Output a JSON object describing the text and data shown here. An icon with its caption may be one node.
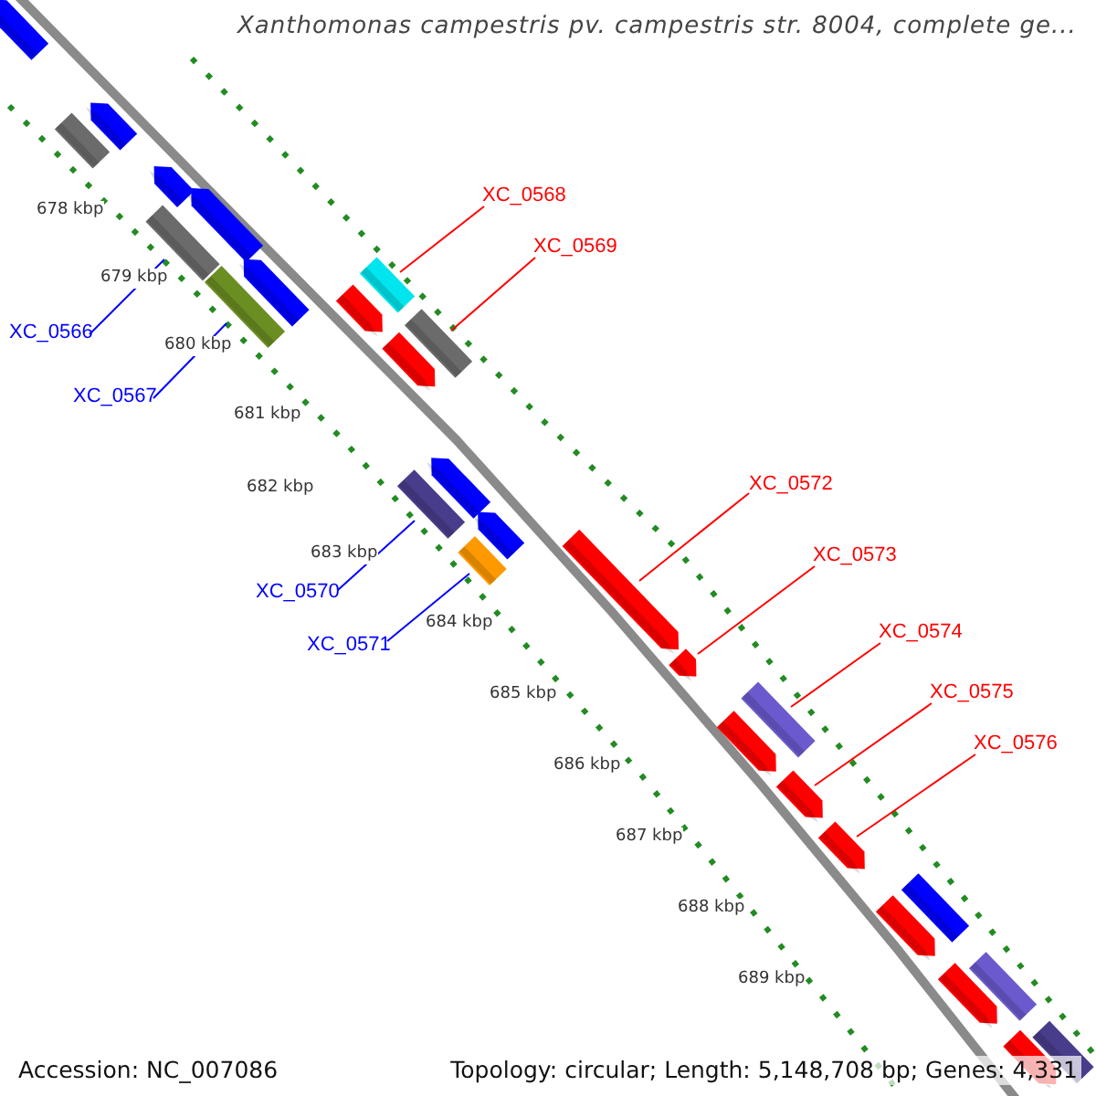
{
  "diagram": {
    "title": "Xanthomonas campestris pv. campestris str. 8004, complete ge...",
    "nodes": [
      {
        "text": [
          "XC_0566"
        ]
      },
      {
        "text": [
          "XC_0567"
        ]
      },
      {
        "text": [
          "XC_0568"
        ]
      },
      {
        "text": [
          "XC_0569"
        ]
      },
      {
        "text": [
          "XC_0570"
        ]
      },
      {
        "text": [
          "XC_0571"
        ]
      },
      {
        "text": [
          "XC_0572"
        ]
      },
      {
        "text": [
          "XC_0573"
        ]
      },
      {
        "text": [
          "XC_0574"
        ]
      },
      {
        "text": [
          "XC_0575"
        ]
      },
      {
        "text": [
          "XC_0576"
        ]
      },
      {
        "text": [],
        "shape": "arrow"
      },
      {
        "text": [],
        "shape": "arrow"
      },
      {
        "text": [],
        "shape": "bar"
      },
      {
        "text": [],
        "shape": "arrow"
      },
      {
        "text": [],
        "shape": "arrow"
      },
      {
        "text": [],
        "shape": "bar"
      },
      {
        "text": [],
        "shape": "arrow"
      },
      {
        "text": [],
        "shape": "bar"
      },
      {
        "text": [],
        "shape": "bar"
      },
      {
        "text": [],
        "shape": "arrow"
      },
      {
        "text": [],
        "shape": "bar"
      },
      {
        "text": [],
        "shape": "arrow"
      },
      {
        "text": [],
        "shape": "arrow"
      },
      {
        "text": [],
        "shape": "bar"
      },
      {
        "text": [],
        "shape": "arrow"
      },
      {
        "text": [],
        "shape": "bar"
      },
      {
        "text": [],
        "shape": "arrow"
      },
      {
        "text": [],
        "shape": "arrow"
      },
      {
        "text": [],
        "shape": "bar"
      },
      {
        "text": [],
        "shape": "arrow"
      },
      {
        "text": [],
        "shape": "arrow"
      },
      {
        "text": [],
        "shape": "arrow"
      },
      {
        "text": [],
        "shape": "bar"
      },
      {
        "text": [],
        "shape": "arrow"
      },
      {
        "text": [],
        "shape": "bar"
      },
      {
        "text": [],
        "shape": "arrow"
      },
      {
        "text": [],
        "shape": "bar"
      },
      {
        "text": [],
        "shape": "arrow"
      }
    ],
    "edges": [
      {
        "from": 0,
        "to": 16,
        "arrow": "none",
        "color": "#0000ff"
      },
      {
        "from": 1,
        "to": 19,
        "arrow": "none",
        "color": "#0000ff"
      },
      {
        "from": 2,
        "to": 18,
        "arrow": "none"
      },
      {
        "from": 3,
        "to": 21,
        "arrow": "none"
      },
      {
        "from": 4,
        "to": 24,
        "arrow": "none",
        "color": "#0000ff"
      },
      {
        "from": 5,
        "to": 26,
        "arrow": "none",
        "color": "#0000ff"
      },
      {
        "from": 6,
        "to": 27,
        "arrow": "none"
      },
      {
        "from": 7,
        "to": 28,
        "arrow": "none"
      },
      {
        "from": 8,
        "to": 29,
        "arrow": "none"
      },
      {
        "from": 9,
        "to": 31,
        "arrow": "none"
      },
      {
        "from": 10,
        "to": 32,
        "arrow": "none"
      }
    ],
    "labels": [
      "678 kbp",
      "679 kbp",
      "680 kbp",
      "681 kbp",
      "682 kbp",
      "683 kbp",
      "684 kbp",
      "685 kbp",
      "686 kbp",
      "687 kbp",
      "688 kbp",
      "689 kbp",
      "Accession: NC_007086",
      "Topology: circular; Length: 5,148,708 bp; Genes: 4,331"
    ]
  }
}
